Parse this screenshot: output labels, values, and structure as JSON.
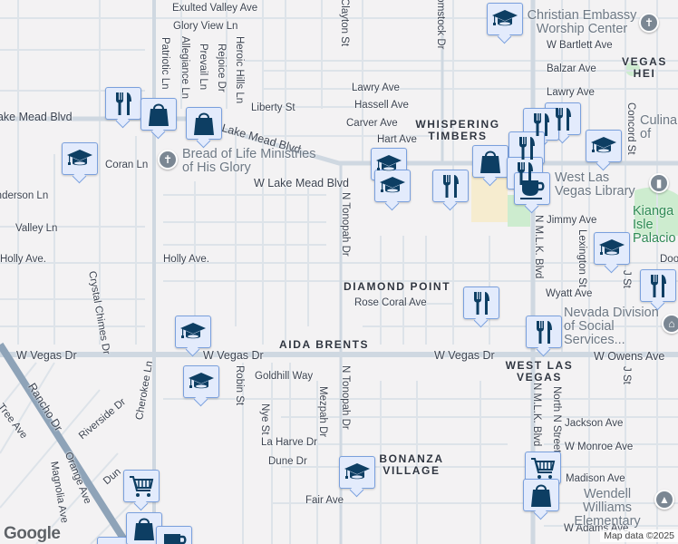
{
  "colors": {
    "background": "#f3f2f3",
    "road": "#d6dde4",
    "major_road": "#c9d2dc",
    "highway": "#8ea3b8",
    "marker_fill": "#e3ebfc",
    "marker_border": "#7aa0dd",
    "marker_icon": "#0d3e63",
    "park": "#cdeccf",
    "commercial": "#f6eccf"
  },
  "areas": {
    "whispering_timbers": "WHISPERING TIMBERS",
    "vegas_heights": "VEGAS HEI",
    "diamond_point": "DIAMOND POINT",
    "aida_brents": "AIDA BRENTS",
    "west_las_vegas": "WEST LAS VEGAS",
    "bonanza_village": "BONANZA VILLAGE"
  },
  "places": {
    "bread_of_life": "Bread of Life Ministries of His Glory",
    "christian_embassy": "Christian Embassy Worship Center",
    "culinary": "Culinar... of",
    "library": "West Las Vegas Library",
    "kianga": "Kianga Isle Palacio",
    "nevada_division": "Nevada Division of Social Services...",
    "wendell": "Wendell Williams Elementary"
  },
  "streets": {
    "exulted_valley": "Exulted Valley Ave",
    "glory_view": "Glory View Ln",
    "patriotic": "Patriotic Ln",
    "allegiance": "Allegiance Ln",
    "prevail": "Prevail Ln",
    "rejoice": "Rejoice Dr",
    "heroic_hills": "Heroic Hills Ln",
    "liberty": "Liberty St",
    "clayton": "Clayton St",
    "comstock": "Comstock Dr",
    "lake_mead_w": "Lake Mead Blvd",
    "lake_mead_mid": "Lake Mead Blvd",
    "lake_mead_e": "W Lake Mead Blvd",
    "coran": "Coran Ln",
    "anderson": "Anderson Ln",
    "valley": "Valley Ln",
    "holly1": "Holly Ave.",
    "holly2": "Holly Ave.",
    "crystal_chimes": "Crystal Chimes Dr",
    "tonopah1": "N Tonopah Dr",
    "tonopah2": "N Tonopah Dr",
    "lawry1": "Lawry Ave",
    "hassell": "Hassell Ave",
    "carver": "Carver Ave",
    "hart": "Hart Ave",
    "bartlett": "W Bartlett Ave",
    "balzar": "Balzar Ave",
    "lawry2": "Lawry Ave",
    "concord": "Concord St",
    "j_st1": "J St",
    "jimmy": "Jimmy Ave",
    "lexington": "Lexington St",
    "mlk1": "N M.L.K. Blvd",
    "mlk2": "N M.L.K. Blvd",
    "doolittle": "Dool",
    "rose_coral": "Rose Coral Ave",
    "wyatt": "Wyatt Ave",
    "vegas_dr1": "W Vegas Dr",
    "vegas_dr2": "W Vegas Dr",
    "vegas_dr3": "W Vegas Dr",
    "owens": "W Owens Ave",
    "j_st2": "J St",
    "north_n": "North N Street",
    "goldhill": "Goldhill Way",
    "robin": "Robin St",
    "nye": "Nye St",
    "mezpah": "Mezpah Dr",
    "la_harve": "La Harve Dr",
    "dune1": "Dune Dr",
    "dune2": "Dun",
    "fair": "Fair Ave",
    "riverside": "Riverside Dr",
    "cherokee": "Cherokee Ln",
    "brooke_tree": "Brooke Tree Ave",
    "orange": "Orange Ave",
    "magnolia": "Magnolia Ave",
    "rancho": "Rancho Dr",
    "jackson": "Jackson Ave",
    "monroe": "W Monroe Ave",
    "madison": "Madison Ave",
    "adams": "W Adams Ave"
  },
  "markers": [
    {
      "type": "school",
      "icon": "graduation-cap"
    },
    {
      "type": "restaurant",
      "icon": "fork-knife"
    },
    {
      "type": "shopping",
      "icon": "shopping-bag"
    },
    {
      "type": "grocery",
      "icon": "shopping-cart"
    },
    {
      "type": "cafe",
      "icon": "coffee-cup"
    }
  ],
  "footer": {
    "google": "Google",
    "attribution": "Map data ©2025"
  }
}
